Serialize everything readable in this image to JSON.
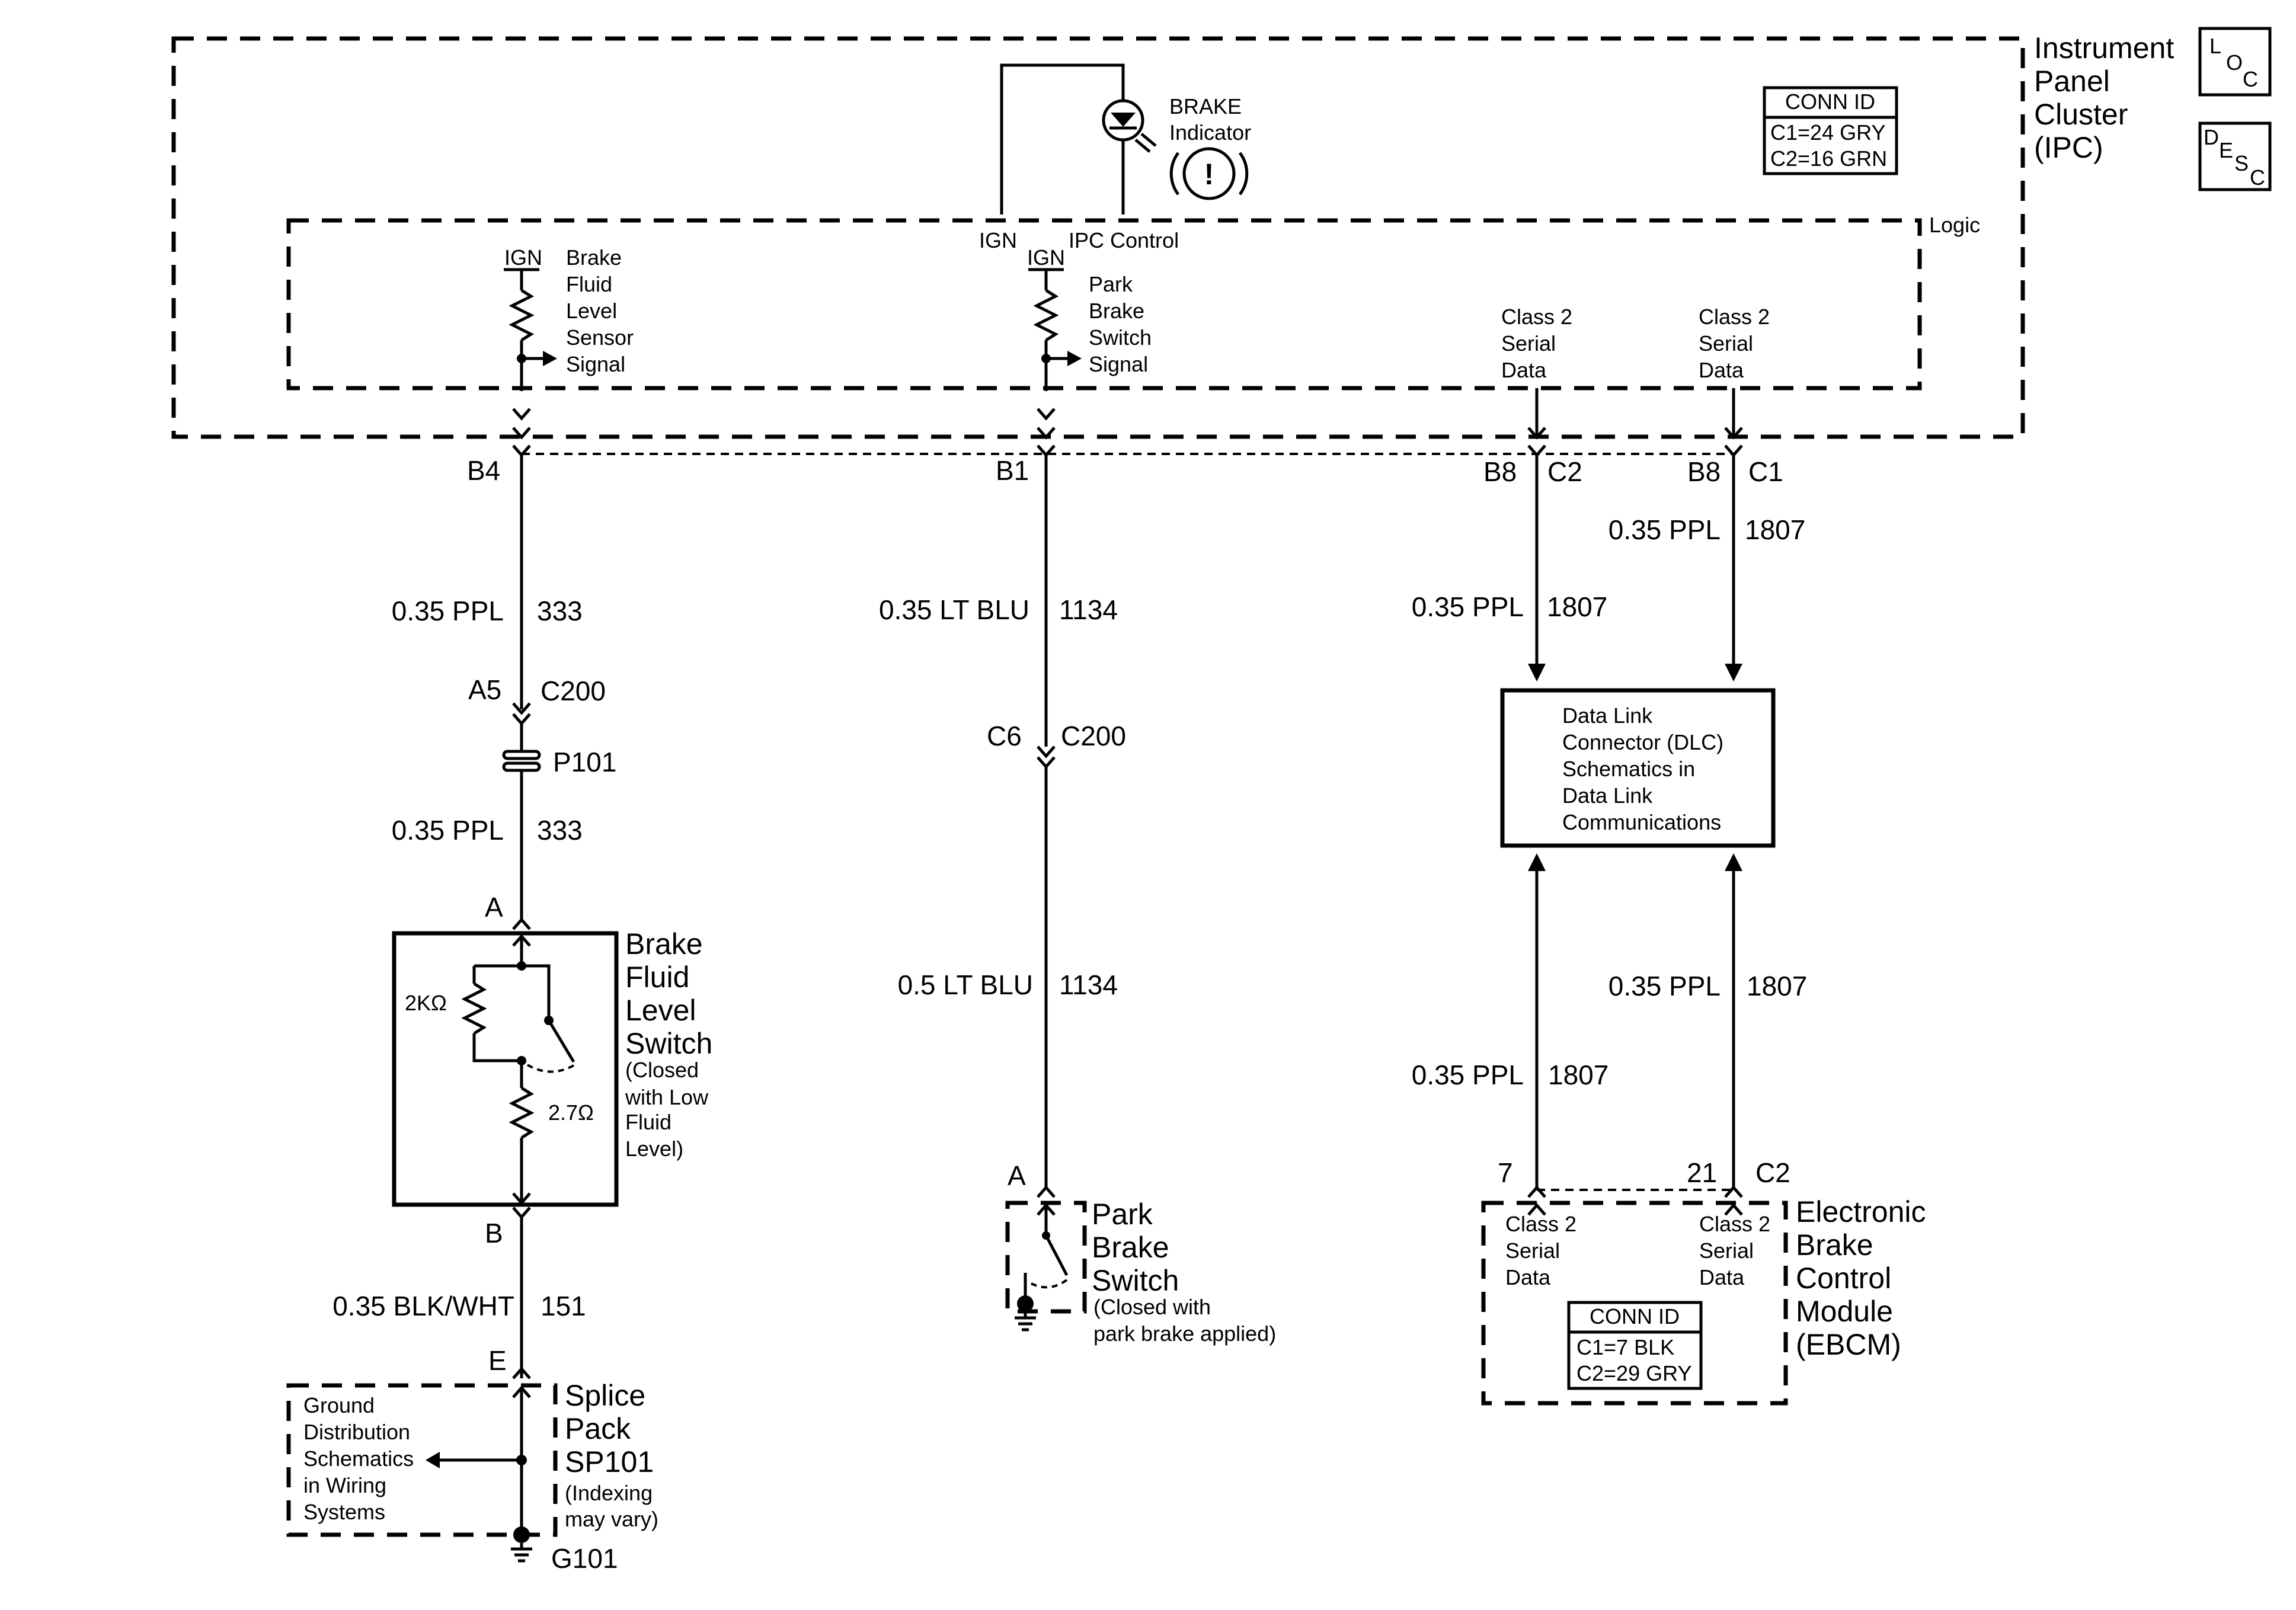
{
  "ipc": {
    "name_lines": [
      "Instrument",
      "Panel",
      "Cluster",
      "(IPC)"
    ],
    "logic_label": "Logic",
    "conn_id_title": "CONN ID",
    "conn_id_lines": [
      "C1=24 GRY",
      "C2=16 GRN"
    ],
    "loc_letters": [
      "L",
      "O",
      "C"
    ],
    "desc_letters": [
      "D",
      "E",
      "S",
      "C"
    ],
    "brake_indicator_lines": [
      "BRAKE",
      "Indicator"
    ],
    "brake_indicator_symbol": "!",
    "ign_label": "IGN",
    "ipc_control_label": "IPC Control",
    "fluid_signal_lines": [
      "Brake",
      "Fluid",
      "Level",
      "Sensor",
      "Signal"
    ],
    "park_signal_lines": [
      "Park",
      "Brake",
      "Switch",
      "Signal"
    ],
    "class2_lines": [
      "Class 2",
      "Serial",
      "Data"
    ]
  },
  "circuits": {
    "fluid": {
      "ipc_pin": "B4",
      "wire1": {
        "gauge_color": "0.35 PPL",
        "circuit": "333"
      },
      "c200_pin": "A5",
      "c200": "C200",
      "p101": "P101",
      "wire2": {
        "gauge_color": "0.35 PPL",
        "circuit": "333"
      },
      "switch_pin_top": "A",
      "switch_pin_bottom": "B",
      "wire3": {
        "gauge_color": "0.35 BLK/WHT",
        "circuit": "151"
      },
      "splice_pin": "E",
      "ground": "G101"
    },
    "park": {
      "ipc_pin": "B1",
      "wire1": {
        "gauge_color": "0.35 LT BLU",
        "circuit": "1134"
      },
      "c200_pin": "C6",
      "c200": "C200",
      "wire2": {
        "gauge_color": "0.5 LT BLU",
        "circuit": "1134"
      },
      "switch_pin": "A"
    },
    "data_left": {
      "ipc_pin": "B8",
      "ipc_conn": "C2",
      "wire1": {
        "gauge_color": "0.35 PPL",
        "circuit": "1807"
      },
      "wire2": {
        "gauge_color": "0.35 PPL",
        "circuit": "1807"
      },
      "ebcm_pin": "7"
    },
    "data_right": {
      "ipc_pin": "B8",
      "ipc_conn": "C1",
      "wire1": {
        "gauge_color": "0.35 PPL",
        "circuit": "1807"
      },
      "wire2": {
        "gauge_color": "0.35 PPL",
        "circuit": "1807"
      },
      "ebcm_pin": "21",
      "ebcm_conn": "C2"
    }
  },
  "fluid_switch": {
    "name_lines": [
      "Brake",
      "Fluid",
      "Level",
      "Switch"
    ],
    "note_lines": [
      "(Closed",
      "with Low",
      "Fluid",
      "Level)"
    ],
    "r1": "2KΩ",
    "r2": "2.7Ω"
  },
  "park_switch": {
    "name_lines": [
      "Park",
      "Brake",
      "Switch"
    ],
    "note_lines": [
      "(Closed with",
      "park brake applied)"
    ]
  },
  "splice": {
    "name_lines": [
      "Splice",
      "Pack",
      "SP101"
    ],
    "note_lines": [
      "(Indexing",
      "may vary)"
    ],
    "ref_lines": [
      "Ground",
      "Distribution",
      "Schematics",
      "in Wiring",
      "Systems"
    ]
  },
  "dlc": {
    "lines": [
      "Data Link",
      "Connector (DLC)",
      "Schematics in",
      "Data Link",
      "Communications"
    ]
  },
  "ebcm": {
    "name_lines": [
      "Electronic",
      "Brake",
      "Control",
      "Module",
      "(EBCM)"
    ],
    "conn_id_title": "CONN ID",
    "conn_id_lines": [
      "C1=7 BLK",
      "C2=29 GRY"
    ],
    "class2_lines": [
      "Class 2",
      "Serial",
      "Data"
    ]
  }
}
